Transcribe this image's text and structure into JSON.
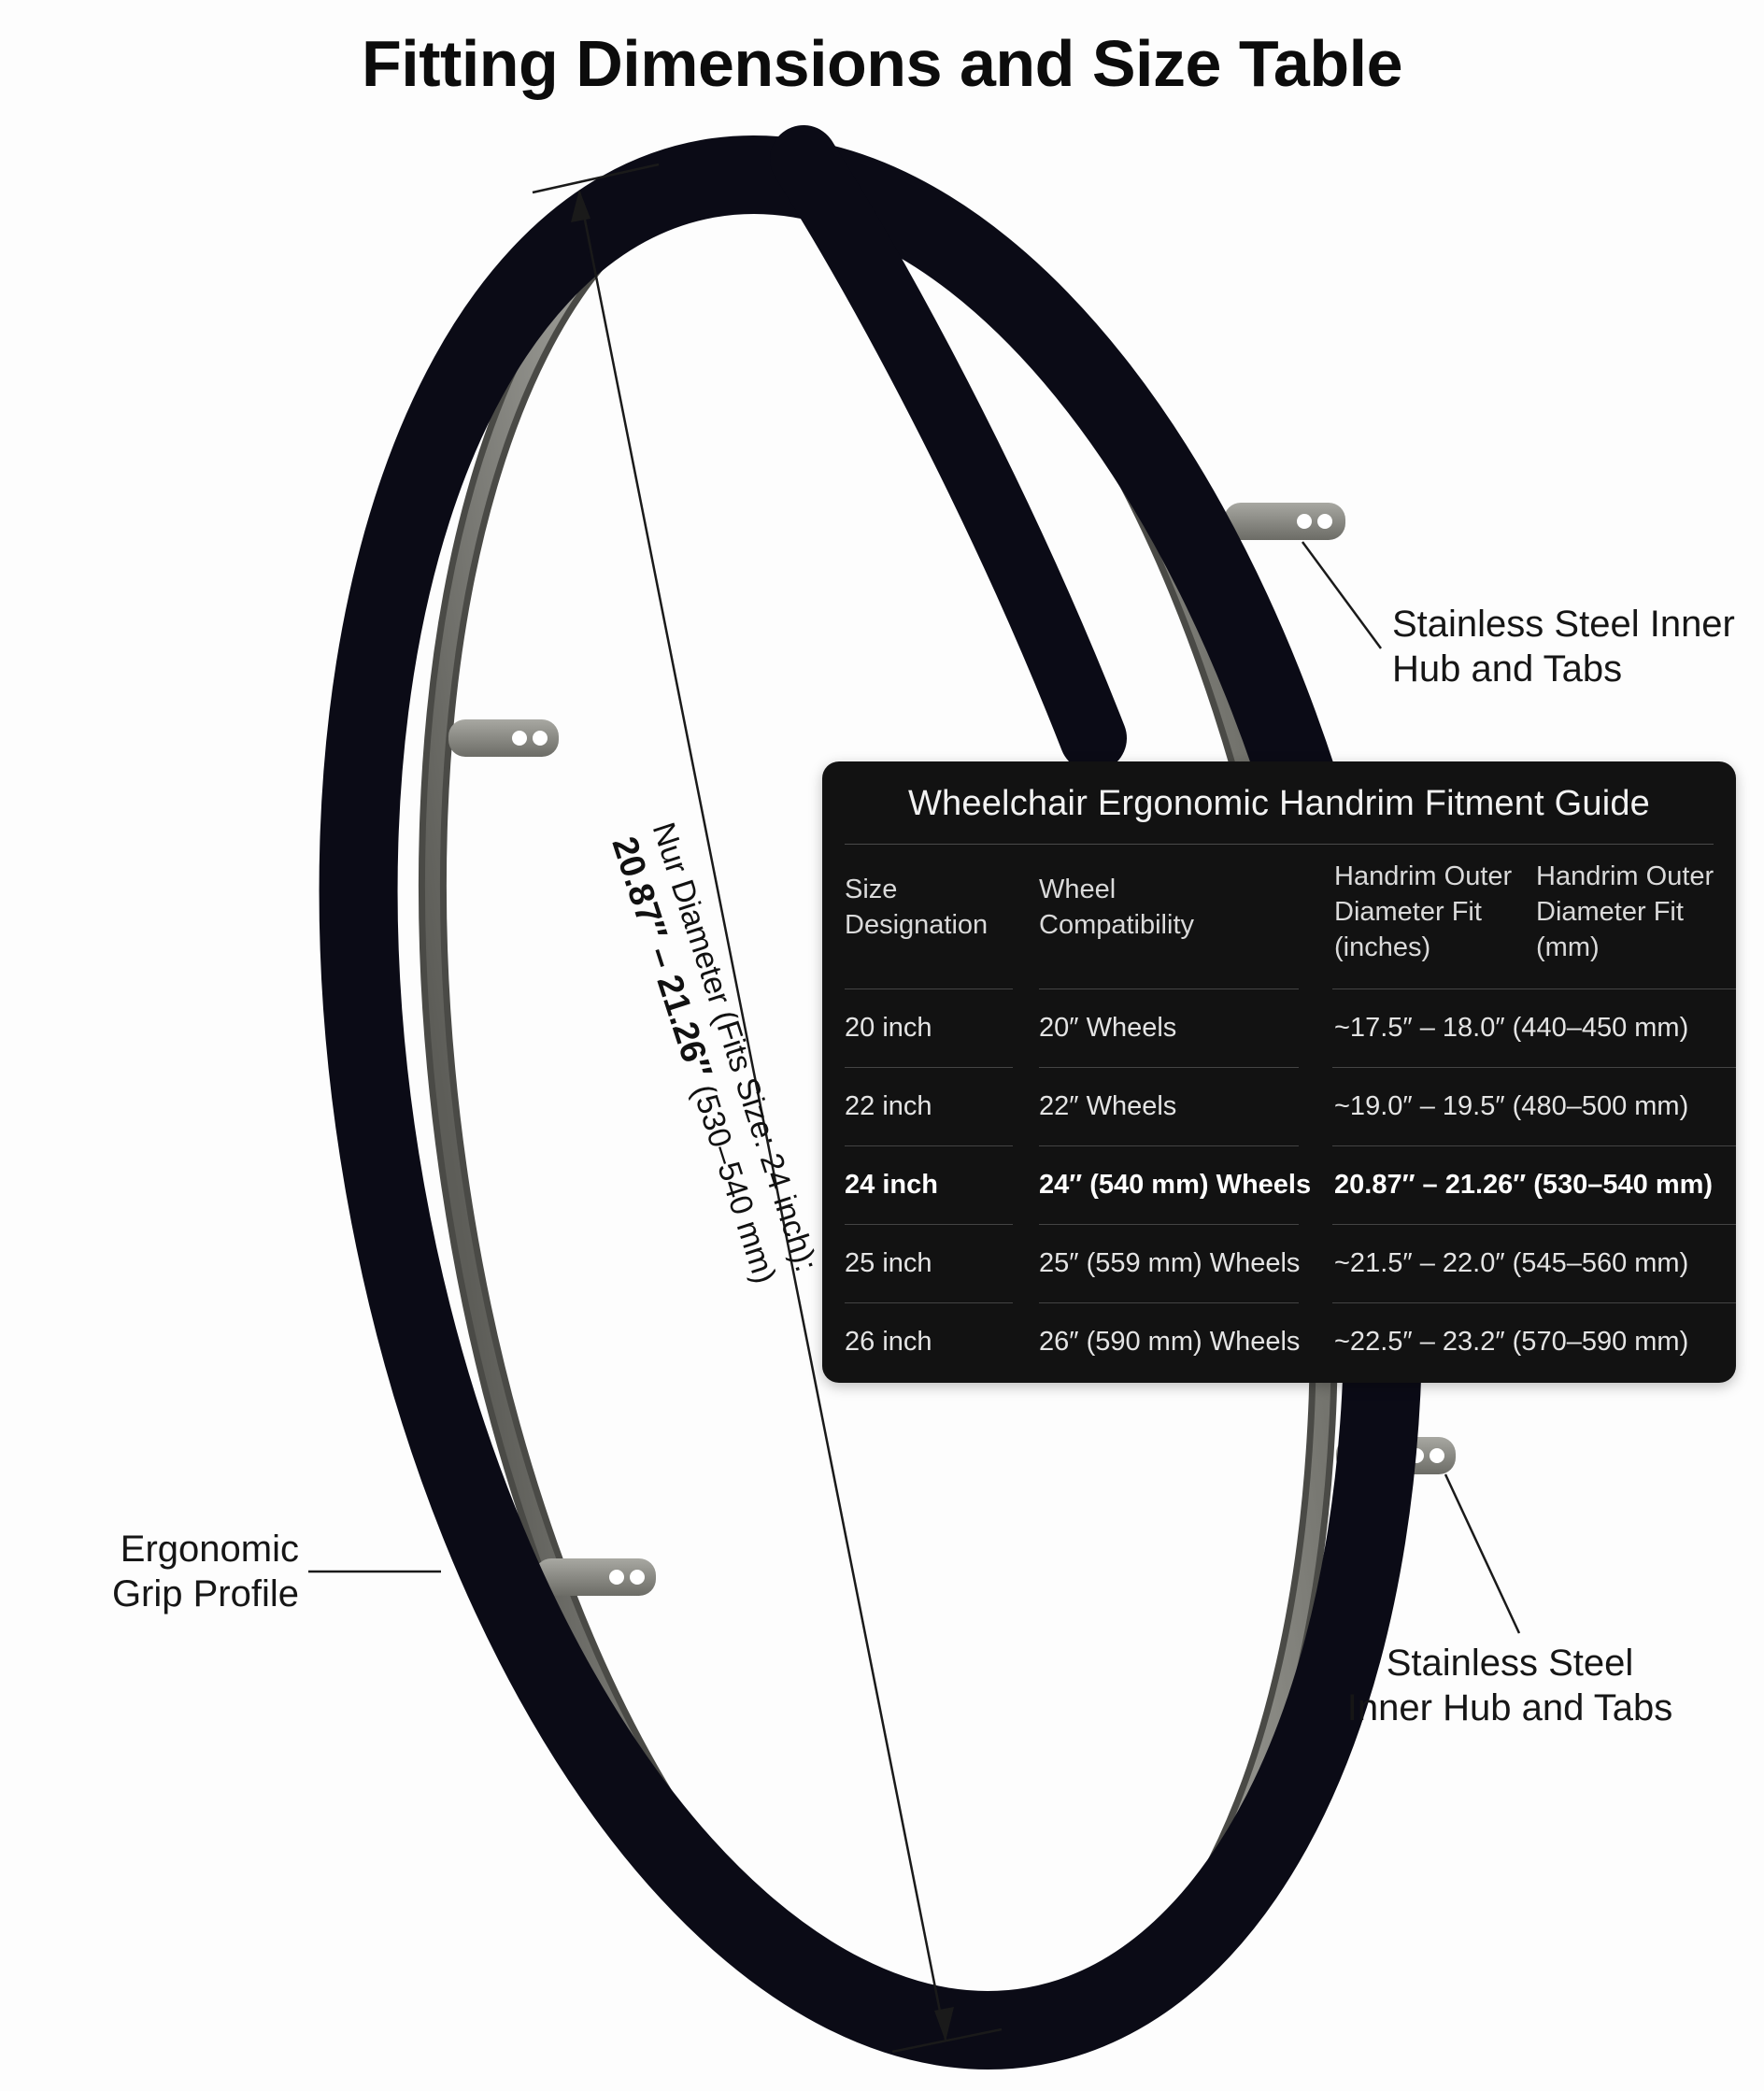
{
  "title": "Fitting Dimensions and Size Table",
  "dimension": {
    "line1": "Nur Diameter (Fits Size: 24 inch):",
    "value": "20.87″ – 21.26″",
    "mm": "(530–540 mm)"
  },
  "callouts": {
    "top_right": [
      "Stainless Steel Inner",
      "Hub and Tabs"
    ],
    "bottom_right": [
      "Stainless Steel",
      "Inner Hub and Tabs"
    ],
    "left": [
      "Ergonomic",
      "Grip Profile"
    ]
  },
  "table": {
    "title": "Wheelchair Ergonomic Handrim Fitment Guide",
    "headers": [
      [
        "Size",
        "Designation"
      ],
      [
        "Wheel",
        "Compatibility"
      ],
      [
        "Handrim Outer",
        "Diameter Fit",
        "(inches)"
      ],
      [
        "Handrim Outer",
        "Diameter Fit",
        "(mm)"
      ]
    ],
    "rows": [
      {
        "size": "20 inch",
        "wheel": "20″ Wheels",
        "fit": "~17.5″ – 18.0″ (440–450 mm)",
        "highlight": false
      },
      {
        "size": "22 inch",
        "wheel": "22″ Wheels",
        "fit": "~19.0″ – 19.5″ (480–500 mm)",
        "highlight": false
      },
      {
        "size": "24 inch",
        "wheel": "24″ (540 mm) Wheels",
        "fit": "20.87″ – 21.26″ (530–540 mm)",
        "highlight": true
      },
      {
        "size": "25 inch",
        "wheel": "25″ (559 mm) Wheels",
        "fit": "~21.5″ – 22.0″ (545–560 mm)",
        "highlight": false
      },
      {
        "size": "26 inch",
        "wheel": "26″ (590 mm) Wheels",
        "fit": "~22.5″ – 23.2″ (570–590 mm)",
        "highlight": false
      }
    ]
  },
  "colors": {
    "rim": "#0b0b16",
    "steel": "#8a8a84",
    "panel": "#121212"
  }
}
